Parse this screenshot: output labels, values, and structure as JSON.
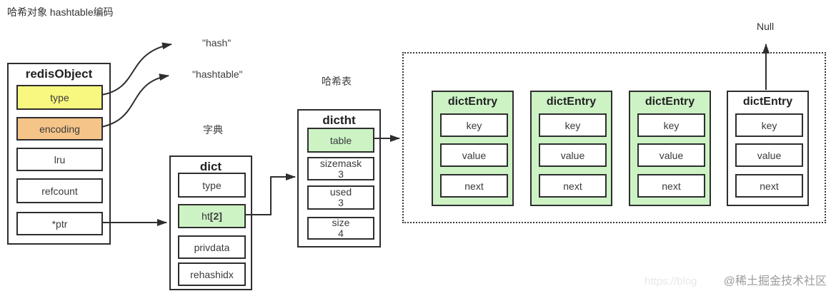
{
  "page": {
    "title": "哈希对象 hashtable编码",
    "watermark": "@稀土掘金技术社区",
    "watermark_faint": "https://blog"
  },
  "colors": {
    "type_fill": "#F8F77F",
    "encoding_fill": "#F5C489",
    "highlight_green": "#CDF3C5",
    "border": "#2e2e2e",
    "arrow": "#2e2e2e"
  },
  "redis_object": {
    "title": "redisObject",
    "fields": [
      {
        "label": "type"
      },
      {
        "label": "encoding"
      },
      {
        "label": "lru"
      },
      {
        "label": "refcount"
      },
      {
        "label": "*ptr"
      }
    ]
  },
  "pointer_labels": {
    "hash": "\"hash\"",
    "hashtable": "\"hashtable\""
  },
  "captions": {
    "dict": "字典",
    "dictht": "哈希表"
  },
  "dict": {
    "title": "dict",
    "fields": [
      {
        "text": "type"
      },
      {
        "text": "ht ",
        "bold_suffix": "[2]"
      },
      {
        "text": "privdata"
      },
      {
        "text": "rehashidx"
      }
    ]
  },
  "dictht": {
    "title": "dictht",
    "fields": [
      {
        "label": "table",
        "value": ""
      },
      {
        "label": "sizemask",
        "value": "3"
      },
      {
        "label": "used",
        "value": "3"
      },
      {
        "label": "size",
        "value": "4"
      }
    ]
  },
  "entries": [
    {
      "title": "dictEntry",
      "fields": [
        "key",
        "value",
        "next"
      ],
      "variant": "green"
    },
    {
      "title": "dictEntry",
      "fields": [
        "key",
        "value",
        "next"
      ],
      "variant": "green"
    },
    {
      "title": "dictEntry",
      "fields": [
        "key",
        "value",
        "next"
      ],
      "variant": "green"
    },
    {
      "title": "dictEntry",
      "fields": [
        "key",
        "value",
        "next"
      ],
      "variant": "white"
    }
  ],
  "null_label": "Null"
}
